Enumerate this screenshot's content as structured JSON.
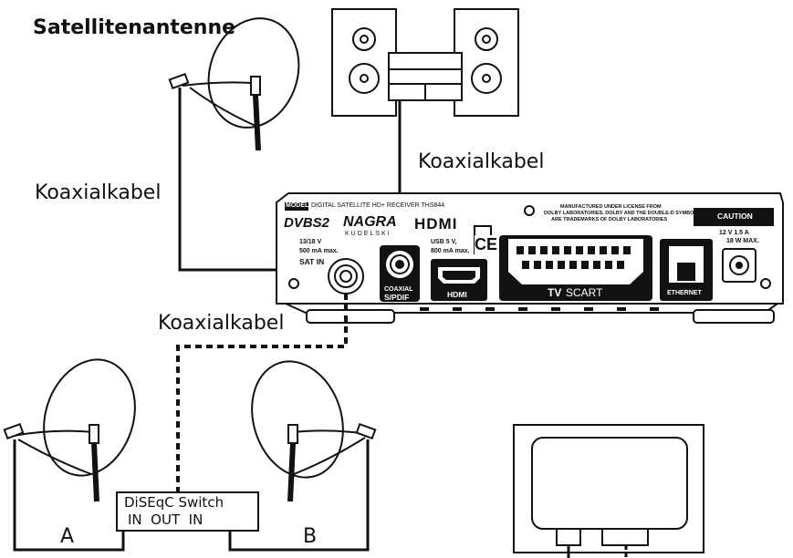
{
  "labels": {
    "sat_antenna": "Satellitenantenne",
    "coax_top": "Koaxialkabel",
    "coax_left": "Koaxialkabel",
    "coax_middle": "Koaxialkabel",
    "dish_a": "A",
    "dish_b": "B"
  },
  "switch": {
    "title": "DiSEqC Switch",
    "ports": "IN  OUT  IN"
  },
  "receiver": {
    "model_badge": "MODEL",
    "model_text": "DIGITAL SATELLITE HD+ RECEIVER THS844",
    "dvb": "DVBS2",
    "nagra": "NAGRA",
    "kudelski": "KUDELSKI",
    "hdmi_logo": "HDMI",
    "power_in_spec": "13/18 V",
    "power_in_current": "500 mA max.",
    "sat_in": "SAT IN",
    "usb_spec": "USB  5 V,",
    "usb_current": "800 mA max.",
    "ce": "CE",
    "coaxial_label": "COAXIAL",
    "spdif_label": "S/PDIF",
    "hdmi_port_label": "HDMI",
    "tv_label": "TV",
    "scart_label": "SCART",
    "ethernet_label": "ETHERNET",
    "license_line1": "MANUFACTURED UNDER LICENSE FROM",
    "license_line2": "DOLBY LABORATORIES. DOLBY AND THE DOUBLE-D SYMBOL",
    "license_line3": "ARE TRADEMARKS OF DOLBY LABORATORIES",
    "caution": "CAUTION",
    "dc_spec": "12 V  1.5 A",
    "dc_power": "18 W MAX."
  }
}
